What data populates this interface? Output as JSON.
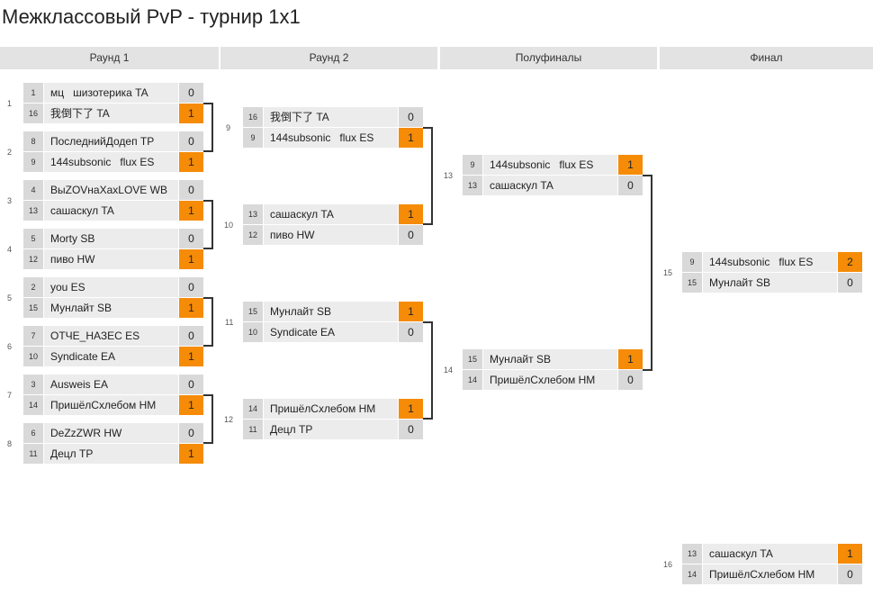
{
  "title": "Межклассовый PvP - турнир 1х1",
  "rounds": [
    "Раунд 1",
    "Раунд 2",
    "Полуфиналы",
    "Финал"
  ],
  "matches": [
    {
      "num": "1",
      "teams": [
        {
          "seed": "1",
          "name": "мц   шизотерика TA",
          "score": "0",
          "win": false
        },
        {
          "seed": "16",
          "name": "我倒下了 TA",
          "score": "1",
          "win": true
        }
      ]
    },
    {
      "num": "2",
      "teams": [
        {
          "seed": "8",
          "name": "ПоследнийДодеп TP",
          "score": "0",
          "win": false
        },
        {
          "seed": "9",
          "name": "144subsonic   flux ES",
          "score": "1",
          "win": true
        }
      ]
    },
    {
      "num": "3",
      "teams": [
        {
          "seed": "4",
          "name": "ВыZOVнаХахLOVE WB",
          "score": "0",
          "win": false
        },
        {
          "seed": "13",
          "name": "сашаскул TA",
          "score": "1",
          "win": true
        }
      ]
    },
    {
      "num": "4",
      "teams": [
        {
          "seed": "5",
          "name": "Morty SB",
          "score": "0",
          "win": false
        },
        {
          "seed": "12",
          "name": "пиво HW",
          "score": "1",
          "win": true
        }
      ]
    },
    {
      "num": "5",
      "teams": [
        {
          "seed": "2",
          "name": "you ES",
          "score": "0",
          "win": false
        },
        {
          "seed": "15",
          "name": "Мунлайт SB",
          "score": "1",
          "win": true
        }
      ]
    },
    {
      "num": "6",
      "teams": [
        {
          "seed": "7",
          "name": "ОТЧЕ_НАЗЕС ES",
          "score": "0",
          "win": false
        },
        {
          "seed": "10",
          "name": "Syndicate EA",
          "score": "1",
          "win": true
        }
      ]
    },
    {
      "num": "7",
      "teams": [
        {
          "seed": "3",
          "name": "Ausweis EA",
          "score": "0",
          "win": false
        },
        {
          "seed": "14",
          "name": "ПришёлСхлебом HM",
          "score": "1",
          "win": true
        }
      ]
    },
    {
      "num": "8",
      "teams": [
        {
          "seed": "6",
          "name": "DeZzZWR HW",
          "score": "0",
          "win": false
        },
        {
          "seed": "11",
          "name": "Децл TP",
          "score": "1",
          "win": true
        }
      ]
    },
    {
      "num": "9",
      "teams": [
        {
          "seed": "16",
          "name": "我倒下了 TA",
          "score": "0",
          "win": false
        },
        {
          "seed": "9",
          "name": "144subsonic   flux ES",
          "score": "1",
          "win": true
        }
      ]
    },
    {
      "num": "10",
      "teams": [
        {
          "seed": "13",
          "name": "сашаскул TA",
          "score": "1",
          "win": true
        },
        {
          "seed": "12",
          "name": "пиво HW",
          "score": "0",
          "win": false
        }
      ]
    },
    {
      "num": "11",
      "teams": [
        {
          "seed": "15",
          "name": "Мунлайт SB",
          "score": "1",
          "win": true
        },
        {
          "seed": "10",
          "name": "Syndicate EA",
          "score": "0",
          "win": false
        }
      ]
    },
    {
      "num": "12",
      "teams": [
        {
          "seed": "14",
          "name": "ПришёлСхлебом HM",
          "score": "1",
          "win": true
        },
        {
          "seed": "11",
          "name": "Децл TP",
          "score": "0",
          "win": false
        }
      ]
    },
    {
      "num": "13",
      "teams": [
        {
          "seed": "9",
          "name": "144subsonic   flux ES",
          "score": "1",
          "win": true
        },
        {
          "seed": "13",
          "name": "сашаскул TA",
          "score": "0",
          "win": false
        }
      ]
    },
    {
      "num": "14",
      "teams": [
        {
          "seed": "15",
          "name": "Мунлайт SB",
          "score": "1",
          "win": true
        },
        {
          "seed": "14",
          "name": "ПришёлСхлебом HM",
          "score": "0",
          "win": false
        }
      ]
    },
    {
      "num": "15",
      "teams": [
        {
          "seed": "9",
          "name": "144subsonic   flux ES",
          "score": "2",
          "win": true
        },
        {
          "seed": "15",
          "name": "Мунлайт SB",
          "score": "0",
          "win": false
        }
      ]
    },
    {
      "num": "16",
      "teams": [
        {
          "seed": "13",
          "name": "сашаскул TA",
          "score": "1",
          "win": true
        },
        {
          "seed": "14",
          "name": "ПришёлСхлебом HM",
          "score": "0",
          "win": false
        }
      ]
    }
  ]
}
